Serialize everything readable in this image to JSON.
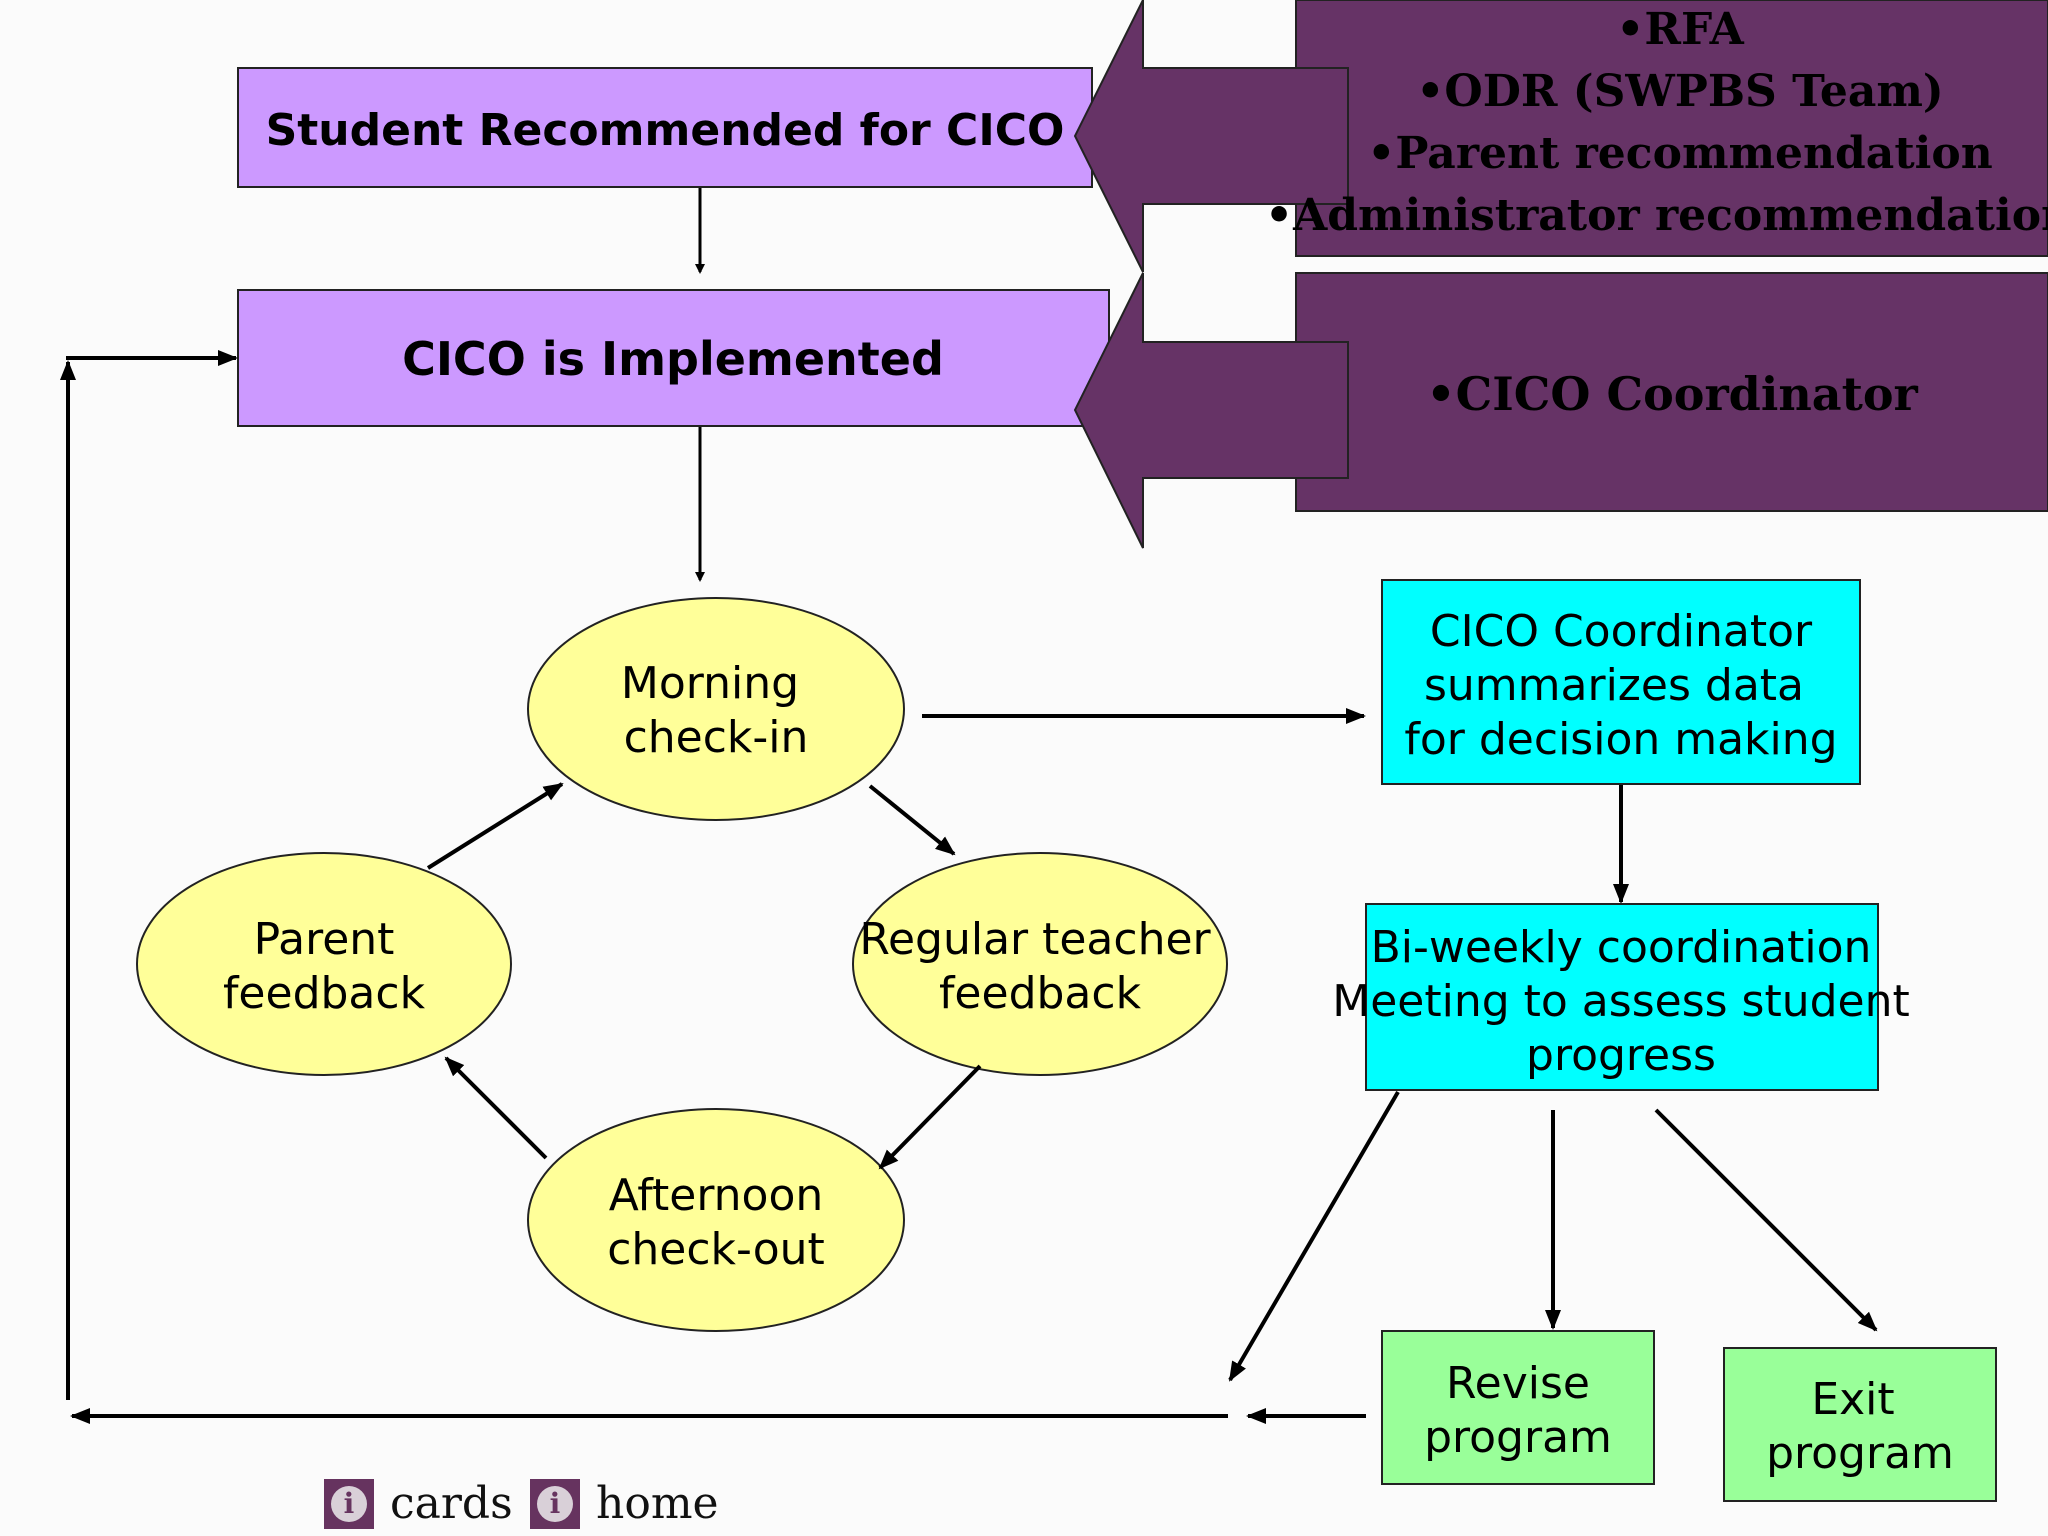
{
  "colors": {
    "purple_box": "#cc99ff",
    "dark_purple": "#663366",
    "yellow_ellipse": "#ffff99",
    "cyan_box": "#00ffff",
    "green_box": "#99ff99",
    "line": "#000000"
  },
  "referral_box": {
    "label": "Student Recommended for CICO"
  },
  "implemented_box": {
    "label": "CICO is Implemented"
  },
  "referral_sources": {
    "items": [
      "•RFA",
      "•ODR (SWPBS Team)",
      "•Parent recommendation",
      "•Administrator recommendation"
    ]
  },
  "coordinator_source": {
    "label": "•CICO Coordinator"
  },
  "cycle": {
    "morning": [
      "Morning",
      "check-in"
    ],
    "teacher": [
      "Regular teacher",
      "feedback"
    ],
    "afternoon": [
      "Afternoon",
      "check-out"
    ],
    "parent": [
      "Parent",
      "feedback"
    ]
  },
  "summary_box": {
    "lines": [
      "CICO Coordinator",
      "summarizes data",
      "for decision making"
    ]
  },
  "meeting_box": {
    "lines": [
      "Bi-weekly  coordination",
      "Meeting to assess student",
      "progress"
    ]
  },
  "revise_box": {
    "lines": [
      "Revise",
      "program"
    ]
  },
  "exit_box": {
    "lines": [
      "Exit",
      "program"
    ]
  },
  "footer": {
    "cards_icon": "info-icon",
    "cards_label": "cards",
    "home_icon": "info-icon",
    "home_label": "home"
  }
}
